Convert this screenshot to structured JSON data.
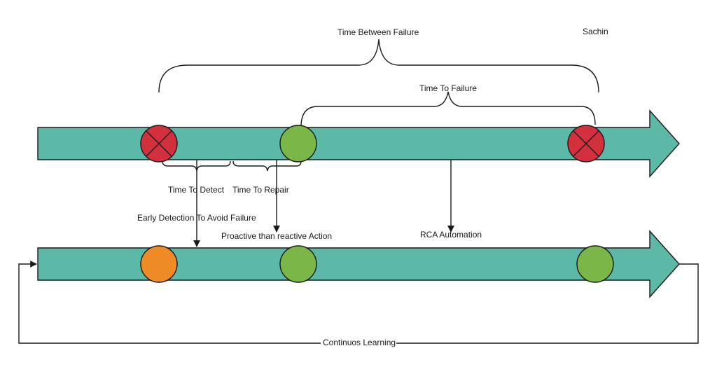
{
  "colors": {
    "arrow_fill": "#5cb9a8",
    "failure": "#d3303d",
    "healthy": "#7ab648",
    "warning": "#ef8b24",
    "line": "#1a1a1a"
  },
  "author": "Sachin",
  "labels": {
    "time_between_failure": "Time Between Failure",
    "time_to_failure": "Time To Failure",
    "time_to_detect": "Time To Detect",
    "time_to_repair": "Time To Repair",
    "early_detection": "Early Detection To Avoid Failure",
    "proactive_action": "Proactive than reactive Action",
    "rca_automation": "RCA Automation",
    "continuous_learning": "Continuos Learning"
  },
  "timelines": [
    {
      "name": "current-state",
      "events": [
        {
          "name": "failure-1",
          "status": "failure",
          "icon": "x-mark"
        },
        {
          "name": "recovered",
          "status": "healthy",
          "icon": "none"
        },
        {
          "name": "failure-2",
          "status": "failure",
          "icon": "x-mark"
        }
      ]
    },
    {
      "name": "improved-state",
      "events": [
        {
          "name": "early-detection",
          "status": "warning",
          "icon": "none"
        },
        {
          "name": "proactive-action",
          "status": "healthy",
          "icon": "none"
        },
        {
          "name": "rca-automation",
          "status": "healthy",
          "icon": "none"
        }
      ]
    }
  ]
}
